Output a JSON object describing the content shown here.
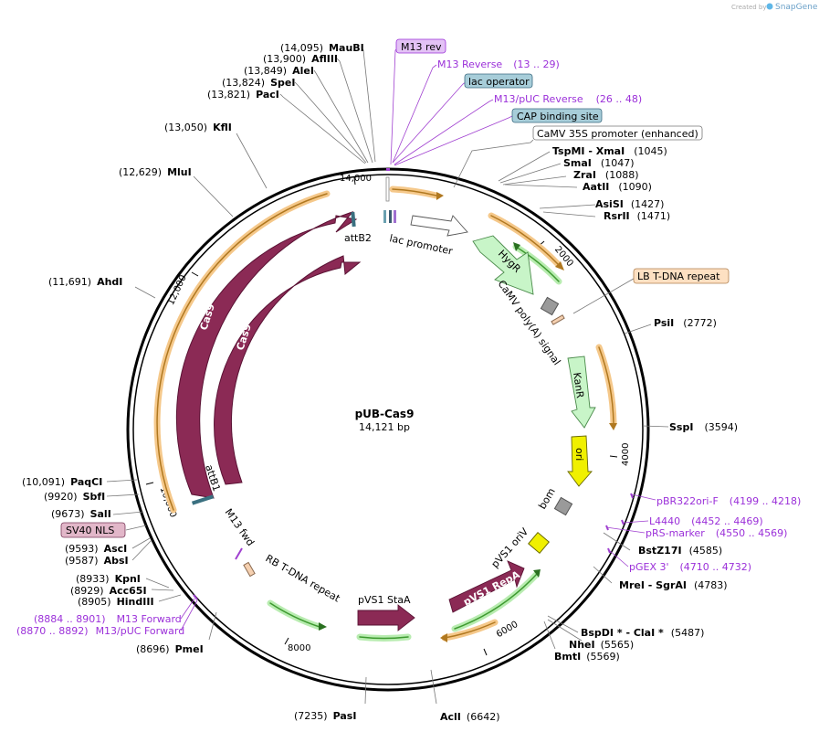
{
  "watermark": {
    "prefix": "Created by",
    "brand": "SnapGene"
  },
  "plasmid": {
    "name": "pUB-Cas9",
    "size": "14,121 bp"
  },
  "ticks": [
    "14,000",
    "2000",
    "4000",
    "6000",
    "8000",
    "10,000",
    "12,000"
  ],
  "features": {
    "cas9_outer": "Cas9",
    "cas9_inner": "Cas9",
    "attB2": "attB2",
    "attB1": "attB1",
    "lac_promoter": "lac promoter",
    "hygr": "HygR",
    "camv_polya": "CaMV poly(A) signal",
    "kanr": "KanR",
    "ori": "ori",
    "bom": "bom",
    "pvs1_oriv": "pVS1 oriV",
    "pvs1_repa": "pVS1 RepA",
    "pvs1_staa": "pVS1 StaA",
    "rb_tdna": "RB T-DNA repeat",
    "m13_fwd": "M13 fwd"
  },
  "boxed_labels": {
    "m13_rev": "M13 rev",
    "lac_operator": "lac operator",
    "cap_site": "CAP binding site",
    "camv35s": "CaMV 35S promoter (enhanced)",
    "lb_tdna": "LB T-DNA repeat",
    "sv40_nls": "SV40 NLS"
  },
  "primers": {
    "m13_reverse": {
      "name": "M13 Reverse",
      "range": "(13 .. 29)"
    },
    "m13_puc_reverse": {
      "name": "M13/pUC Reverse",
      "range": "(26 .. 48)"
    },
    "pbr322ori_f": {
      "name": "pBR322ori-F",
      "range": "(4199 .. 4218)"
    },
    "l4440": {
      "name": "L4440",
      "range": "(4452 .. 4469)"
    },
    "prs_marker": {
      "name": "pRS-marker",
      "range": "(4550 .. 4569)"
    },
    "pgex3": {
      "name": "pGEX 3'",
      "range": "(4710 .. 4732)"
    },
    "m13_forward": {
      "name": "M13 Forward",
      "range": "(8884 .. 8901)"
    },
    "m13_puc_forward": {
      "name": "M13/pUC Forward",
      "range": "(8870 .. 8892)"
    }
  },
  "sites": {
    "maubi": {
      "pos": "(14,095)",
      "name": "MauBI"
    },
    "aflii": {
      "pos": "(13,900)",
      "name": "AflIII"
    },
    "alei": {
      "pos": "(13,849)",
      "name": "AleI"
    },
    "spei": {
      "pos": "(13,824)",
      "name": "SpeI"
    },
    "paci": {
      "pos": "(13,821)",
      "name": "PacI"
    },
    "kfli": {
      "pos": "(13,050)",
      "name": "KflI"
    },
    "mlui": {
      "pos": "(12,629)",
      "name": "MluI"
    },
    "ahdi": {
      "pos": "(11,691)",
      "name": "AhdI"
    },
    "paqci": {
      "pos": "(10,091)",
      "name": "PaqCI"
    },
    "sbfi": {
      "pos": "(9920)",
      "name": "SbfI"
    },
    "sali": {
      "pos": "(9673)",
      "name": "SalI"
    },
    "asci": {
      "pos": "(9593)",
      "name": "AscI"
    },
    "absi": {
      "pos": "(9587)",
      "name": "AbsI"
    },
    "kpni": {
      "pos": "(8933)",
      "name": "KpnI"
    },
    "acc65i": {
      "pos": "(8929)",
      "name": "Acc65I"
    },
    "hindiii": {
      "pos": "(8905)",
      "name": "HindIII"
    },
    "pmei": {
      "pos": "(8696)",
      "name": "PmeI"
    },
    "pasi": {
      "pos": "(7235)",
      "name": "PasI"
    },
    "acli": {
      "pos": "(6642)",
      "name": "AclI"
    },
    "bmti": {
      "name": "BmtI",
      "pos": "(5569)"
    },
    "nhei": {
      "name": "NheI",
      "pos": "(5565)"
    },
    "bspdi_clai": {
      "name": "BspDI * - ClaI *",
      "pos": "(5487)"
    },
    "mrei_sgrai": {
      "name": "MreI - SgrAI",
      "pos": "(4783)"
    },
    "bstz17i": {
      "name": "BstZ17I",
      "pos": "(4585)"
    },
    "sspi": {
      "name": "SspI",
      "pos": "(3594)"
    },
    "psii": {
      "name": "PsiI",
      "pos": "(2772)"
    },
    "rsrii": {
      "name": "RsrII",
      "pos": "(1471)"
    },
    "asisi": {
      "name": "AsiSI",
      "pos": "(1427)"
    },
    "aatii": {
      "name": "AatII",
      "pos": "(1090)"
    },
    "zrai": {
      "name": "ZraI",
      "pos": "(1088)"
    },
    "smai": {
      "name": "SmaI",
      "pos": "(1047)"
    },
    "tspmi_xmai": {
      "name": "TspMI - XmaI",
      "pos": "(1045)"
    }
  },
  "colors": {
    "cas9": "#8b2a55",
    "hygr": "#c8f5c8",
    "kanr": "#c8f5c8",
    "ori": "#f0f000",
    "lac": "#ffffff",
    "primer": "#a040d0",
    "lbbox": "#fde0c2",
    "svbox": "#e2b7c9",
    "m13box": "#e3c2f5",
    "tealbox": "#a7cdd9"
  }
}
